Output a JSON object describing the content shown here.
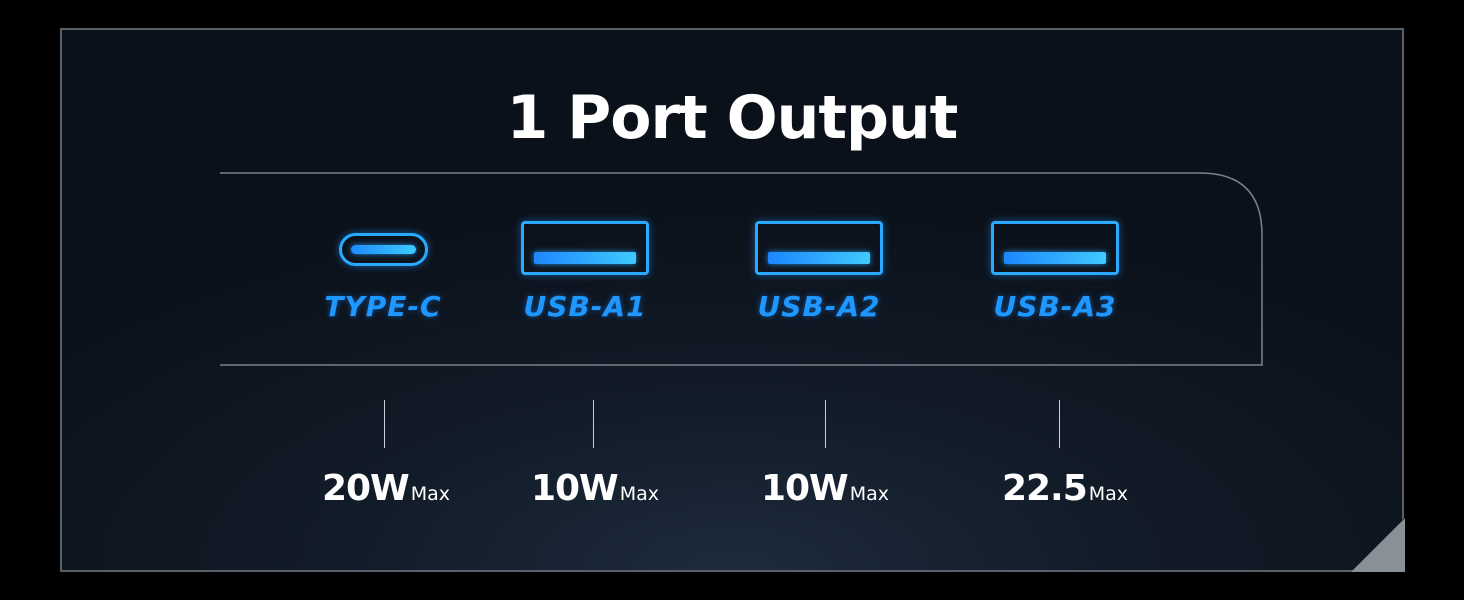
{
  "title": "1 Port Output",
  "accent_color": "#1e97ff",
  "ports": [
    {
      "label": "TYPE-C",
      "icon": "usb-c-port-icon",
      "power": "20W",
      "unit": "Max"
    },
    {
      "label": "USB-A1",
      "icon": "usb-a-port-icon",
      "power": "10W",
      "unit": "Max"
    },
    {
      "label": "USB-A2",
      "icon": "usb-a-port-icon",
      "power": "10W",
      "unit": "Max"
    },
    {
      "label": "USB-A3",
      "icon": "usb-a-port-icon",
      "power": "22.5",
      "unit": "Max"
    }
  ]
}
